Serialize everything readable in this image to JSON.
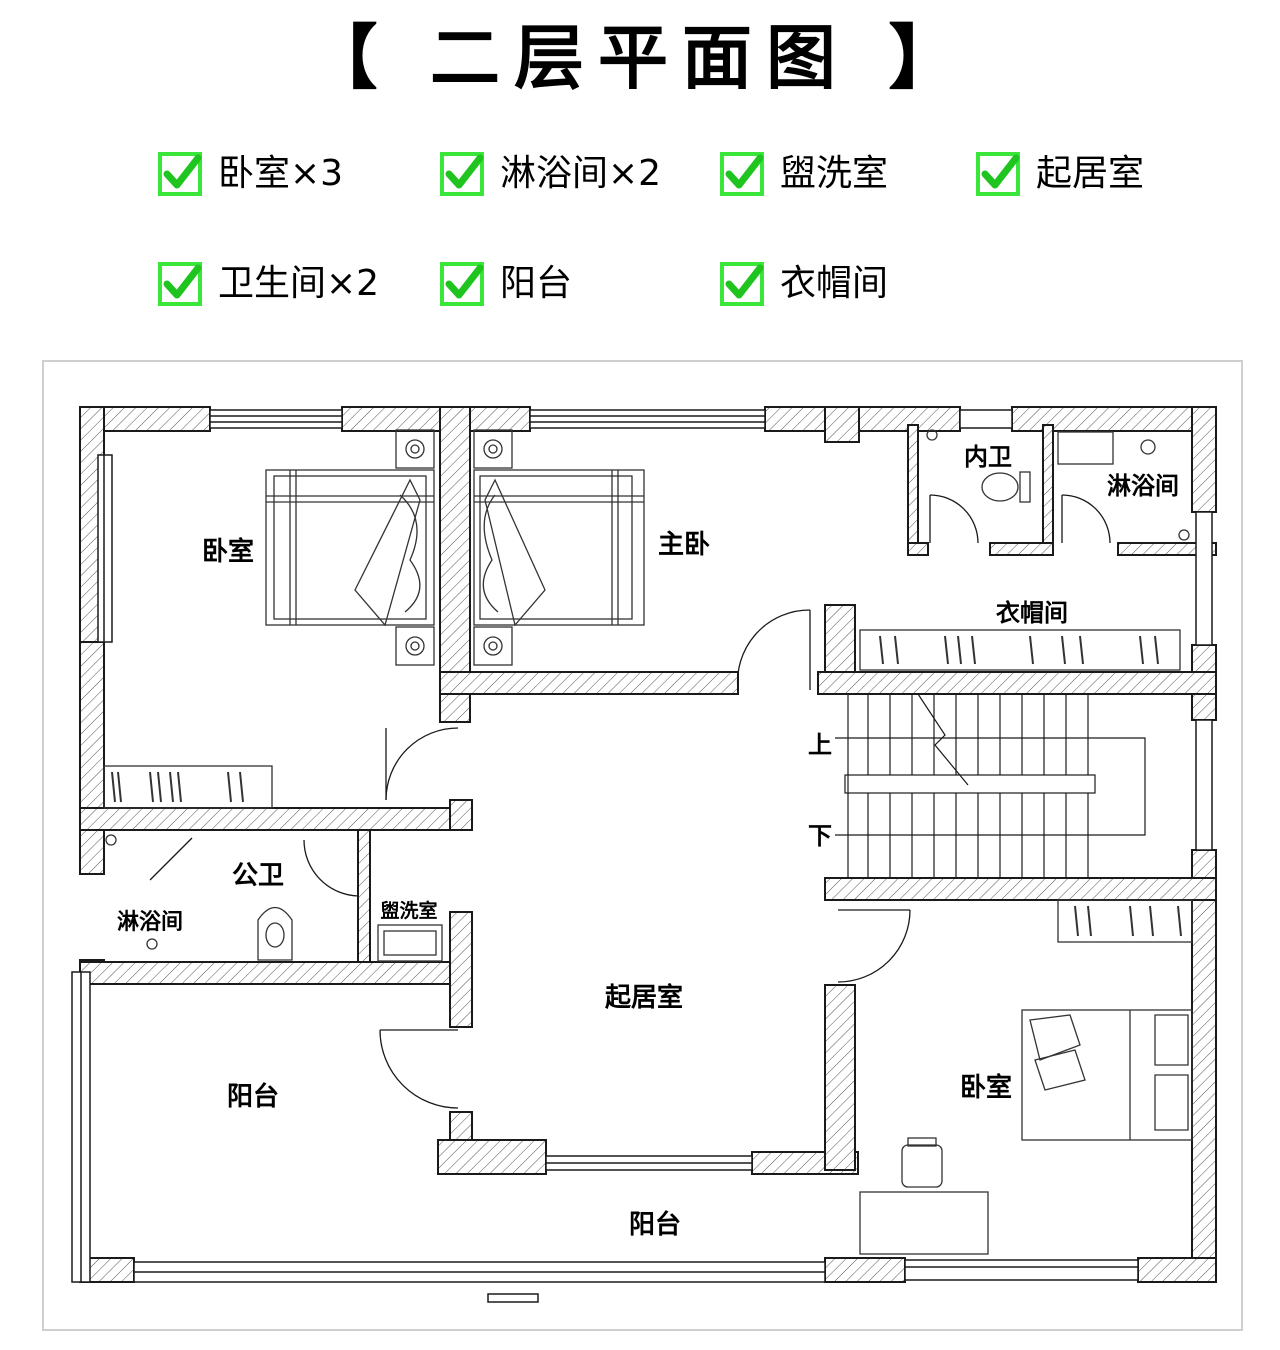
{
  "title": "【 二层平面图 】",
  "features": [
    {
      "label": "卧室×3"
    },
    {
      "label": "淋浴间×2"
    },
    {
      "label": "盥洗室"
    },
    {
      "label": "起居室"
    },
    {
      "label": "卫生间×2"
    },
    {
      "label": "阳台"
    },
    {
      "label": "衣帽间"
    }
  ],
  "rooms": {
    "bedroom_left": "卧室",
    "master_bedroom": "主卧",
    "inner_wc": "内卫",
    "shower_top": "淋浴间",
    "cloakroom": "衣帽间",
    "stairs_up": "上",
    "stairs_down": "下",
    "public_wc": "公卫",
    "shower_left": "淋浴间",
    "washroom": "盥洗室",
    "living_room": "起居室",
    "balcony_left": "阳台",
    "balcony_bottom": "阳台",
    "bedroom_right": "卧室"
  },
  "colors": {
    "check_green": "#39e639",
    "wall_fill": "#ffffff",
    "line": "#1a1a1a"
  }
}
